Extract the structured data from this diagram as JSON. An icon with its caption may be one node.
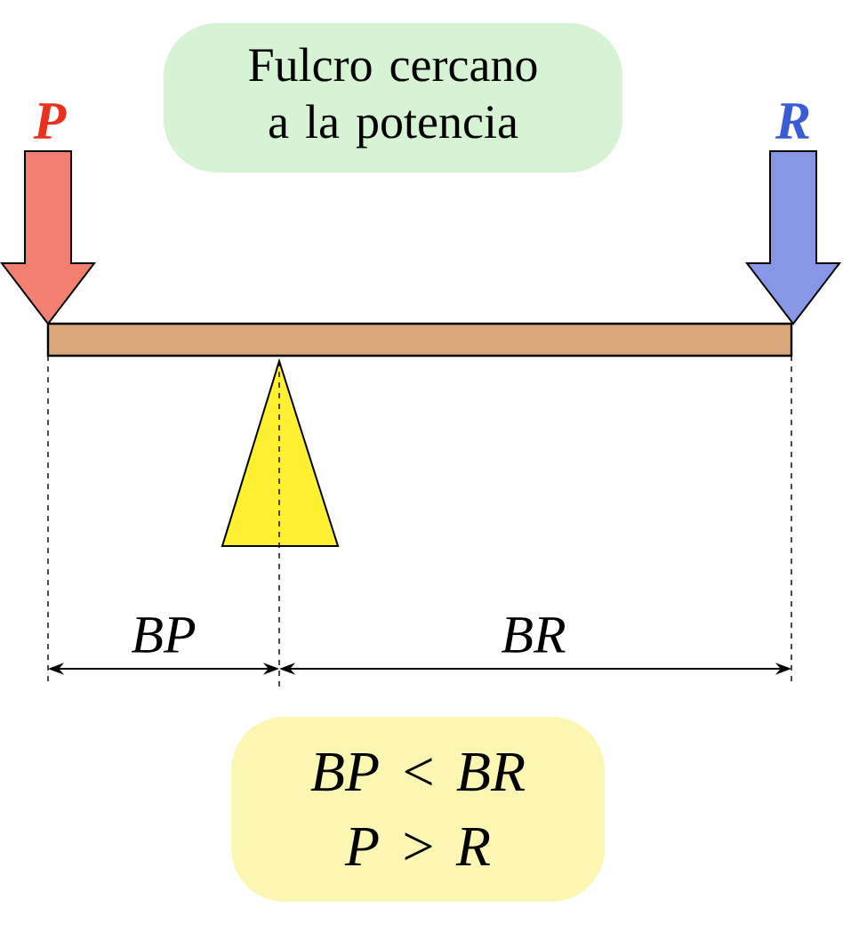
{
  "diagram": {
    "nodes": [
      {
        "text": [
          "Fulcro cercano a la potencia"
        ]
      },
      {
        "text": [
          "BP < BR",
          "P > R"
        ]
      }
    ],
    "labels": [
      "P",
      "R",
      "BP",
      "BR"
    ]
  }
}
